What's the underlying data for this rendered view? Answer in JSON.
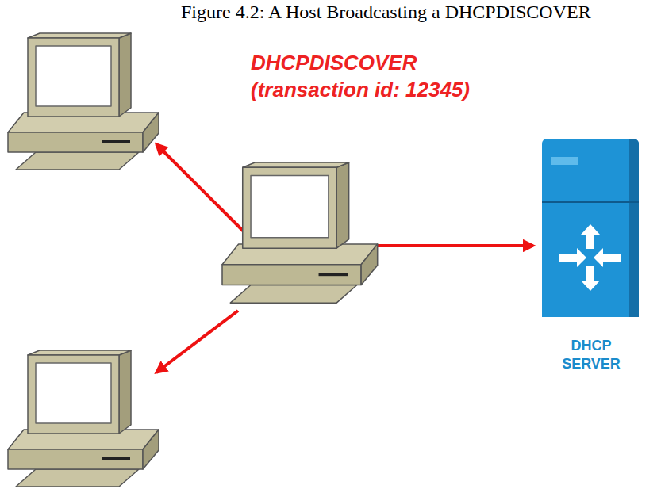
{
  "diagram": {
    "title": "Figure 4.2: A Host Broadcasting a DHCPDISCOVER",
    "nodes": [
      {
        "text": [
          "DHCP SERVER"
        ]
      }
    ],
    "labels": [
      "DHCPDISCOVER",
      "(transaction id: 12345)"
    ]
  }
}
